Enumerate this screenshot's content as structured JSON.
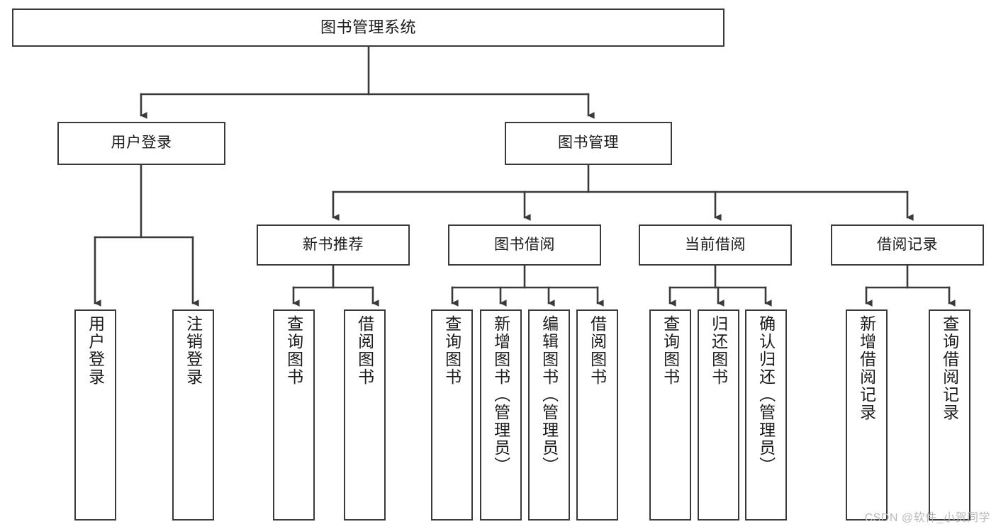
{
  "diagram": {
    "title": "图书管理系统",
    "type": "hierarchy-tree",
    "watermark": "CSDN @软件_小贺同学",
    "colors": {
      "stroke": "#3a3a3a",
      "fill": "#ffffff",
      "text": "#1b1b1b",
      "watermark": "#b9b9b9"
    },
    "nodes": {
      "root": {
        "label": "图书管理系统"
      },
      "level2": [
        {
          "label": "用户登录"
        },
        {
          "label": "图书管理"
        }
      ],
      "level3": [
        {
          "label": "新书推荐"
        },
        {
          "label": "图书借阅"
        },
        {
          "label": "当前借阅"
        },
        {
          "label": "借阅记录"
        }
      ],
      "leaves_login": [
        {
          "label": "用户登录"
        },
        {
          "label": "注销登录"
        }
      ],
      "leaves_recommend": [
        {
          "label": "查询图书"
        },
        {
          "label": "借阅图书"
        }
      ],
      "leaves_borrow": [
        {
          "label": "查询图书"
        },
        {
          "label": "新增图书（管理员）"
        },
        {
          "label": "编辑图书（管理员）"
        },
        {
          "label": "借阅图书"
        }
      ],
      "leaves_current": [
        {
          "label": "查询图书"
        },
        {
          "label": "归还图书"
        },
        {
          "label": "确认归还（管理员）"
        }
      ],
      "leaves_records": [
        {
          "label": "新增借阅记录"
        },
        {
          "label": "查询借阅记录"
        }
      ]
    }
  }
}
